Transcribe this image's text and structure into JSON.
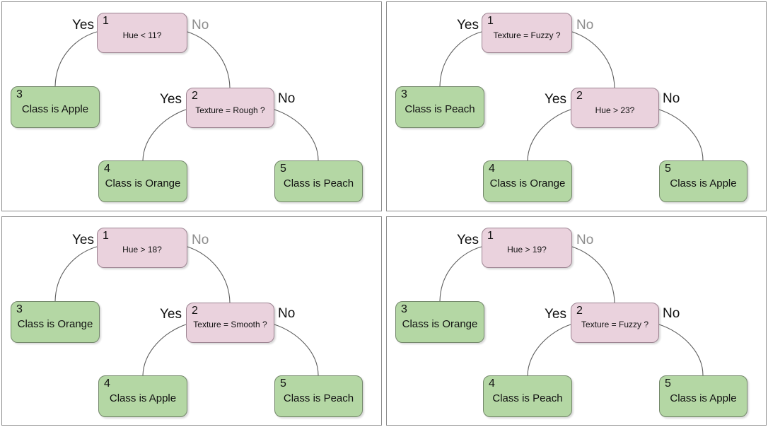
{
  "colors": {
    "decision_fill": "#ead2dd",
    "decision_border": "#9c8391",
    "leaf_fill": "#b4d7a4",
    "leaf_border": "#73876a",
    "edge_line": "#5e5e5e",
    "yes_label": "#111111",
    "no_root_label": "#8e8e8e",
    "no_inner_label": "#111111",
    "panel_border": "#8c8c8c",
    "background": "#ffffff"
  },
  "panels": [
    {
      "position": "top-left",
      "nodes": [
        {
          "num": "1",
          "label": "Hue < 11?",
          "type": "decision"
        },
        {
          "num": "2",
          "label": "Texture = Rough ?",
          "type": "decision"
        },
        {
          "num": "3",
          "label": "Class is Apple",
          "type": "leaf"
        },
        {
          "num": "4",
          "label": "Class is Orange",
          "type": "leaf"
        },
        {
          "num": "5",
          "label": "Class is Peach",
          "type": "leaf"
        }
      ],
      "labels": {
        "root_yes": "Yes",
        "root_no": "No",
        "inner_yes": "Yes",
        "inner_no": "No"
      }
    },
    {
      "position": "top-right",
      "nodes": [
        {
          "num": "1",
          "label": "Texture = Fuzzy ?",
          "type": "decision"
        },
        {
          "num": "2",
          "label": "Hue > 23?",
          "type": "decision"
        },
        {
          "num": "3",
          "label": "Class is Peach",
          "type": "leaf"
        },
        {
          "num": "4",
          "label": "Class is Orange",
          "type": "leaf"
        },
        {
          "num": "5",
          "label": "Class is Apple",
          "type": "leaf"
        }
      ],
      "labels": {
        "root_yes": "Yes",
        "root_no": "No",
        "inner_yes": "Yes",
        "inner_no": "No"
      }
    },
    {
      "position": "bottom-left",
      "nodes": [
        {
          "num": "1",
          "label": "Hue > 18?",
          "type": "decision"
        },
        {
          "num": "2",
          "label": "Texture = Smooth ?",
          "type": "decision"
        },
        {
          "num": "3",
          "label": "Class is Orange",
          "type": "leaf"
        },
        {
          "num": "4",
          "label": "Class is Apple",
          "type": "leaf"
        },
        {
          "num": "5",
          "label": "Class is Peach",
          "type": "leaf"
        }
      ],
      "labels": {
        "root_yes": "Yes",
        "root_no": "No",
        "inner_yes": "Yes",
        "inner_no": "No"
      }
    },
    {
      "position": "bottom-right",
      "nodes": [
        {
          "num": "1",
          "label": "Hue > 19?",
          "type": "decision"
        },
        {
          "num": "2",
          "label": "Texture = Fuzzy ?",
          "type": "decision"
        },
        {
          "num": "3",
          "label": "Class is Orange",
          "type": "leaf"
        },
        {
          "num": "4",
          "label": "Class is Peach",
          "type": "leaf"
        },
        {
          "num": "5",
          "label": "Class is Apple",
          "type": "leaf"
        }
      ],
      "labels": {
        "root_yes": "Yes",
        "root_no": "No",
        "inner_yes": "Yes",
        "inner_no": "No"
      }
    }
  ]
}
